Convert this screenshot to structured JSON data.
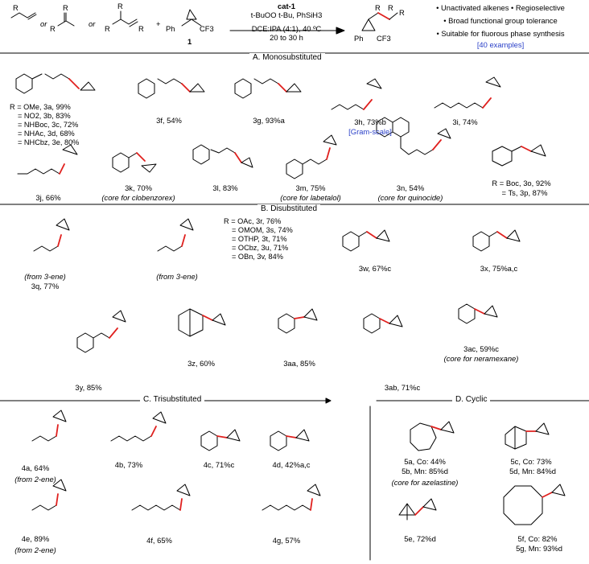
{
  "header": {
    "catalyst": "cat-1",
    "reagents": "t-BuOO t-Bu, PhSiH3",
    "solvent": "DCE:IPA (4:1), 40 ºC",
    "time": "20 to 30 h",
    "or1": "or",
    "or2": "or",
    "diazirine_label": "1",
    "features": [
      "• Unactivated alkenes  • Regioselective",
      "• Broad functional group tolerance",
      "• Suitable for fluorous phase synthesis"
    ],
    "examples": "[40 examples]",
    "atoms": {
      "r1": "R",
      "r1b": "R",
      "r2": "R",
      "r1c": "R",
      "r2c": "R",
      "r3": "R",
      "ph": "Ph",
      "cf3": "CF3",
      "pr1": "R",
      "pr2": "R",
      "pr3": "R"
    }
  },
  "sections": {
    "a": "A. Monosubstituted",
    "b": "B. Disubstituted",
    "c": "C. Trisubstituted",
    "d": "D. Cyclic"
  },
  "compounds": {
    "3a_group": [
      "R = OMe, 3a, 99%",
      "= NO2, 3b, 83%",
      "= NHBoc, 3c, 72%",
      "= NHAc, 3d, 68%",
      "= NHCbz, 3e, 80%"
    ],
    "3f": "3f, 54%",
    "3g": "3g, 93%a",
    "3h": "3h, 73%b",
    "3h_note": "[Gram-scale]",
    "3i": "3i, 74%",
    "3j": "3j, 66%",
    "3k": "3k, 70%",
    "3k_note": "(core for clobenzorex)",
    "3l": "3l, 83%",
    "3m": "3m, 75%",
    "3m_note": "(core for labetalol)",
    "3n": "3n, 54%",
    "3n_note": "(core for quinocide)",
    "3o": "R = Boc, 3o, 92%",
    "3p": "= Ts, 3p, 87%",
    "3q_note": "(from 3-ene)",
    "3q": "3q, 77%",
    "3r_note": "(from 3-ene)",
    "3r_group": [
      "R = OAc, 3r, 76%",
      "= OMOM, 3s, 74%",
      "= OTHP, 3t, 71%",
      "= OCbz, 3u, 71%",
      "= OBn, 3v, 84%"
    ],
    "3w": "3w, 67%c",
    "3x": "3x, 75%a,c",
    "3y": "3y, 85%",
    "3z": "3z, 60%",
    "3aa": "3aa, 85%",
    "3ab": "3ab, 71%c",
    "3ac": "3ac, 59%c",
    "3ac_note": "(core for neramexane)",
    "4a": "4a, 64%",
    "4a_note": "(from 2-ene)",
    "4b": "4b, 73%",
    "4c": "4c, 71%c",
    "4d": "4d, 42%a,c",
    "4e": "4e, 89%",
    "4e_note": "(from 2-ene)",
    "4f": "4f, 65%",
    "4g": "4g, 57%",
    "5a": "5a, Co: 44%",
    "5b": "5b, Mn: 85%d",
    "5ab_note": "(core for azelastine)",
    "5c": "5c, Co: 73%",
    "5d": "5d, Mn: 84%d",
    "5e": "5e, 72%d",
    "5f": "5f, Co: 82%",
    "5g": "5g, Mn: 93%d"
  },
  "colors": {
    "bond_highlight": "#e0201e",
    "fluorous": "#e0201e",
    "note_blue": "#2a40c8",
    "ink": "#000000"
  }
}
